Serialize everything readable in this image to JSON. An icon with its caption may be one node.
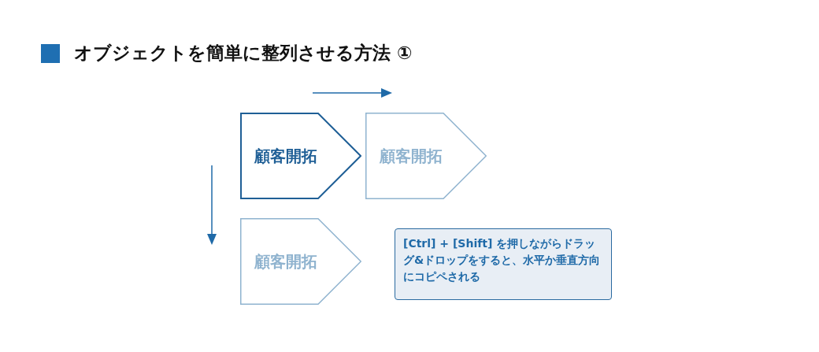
{
  "diagram": {
    "title": "オブジェクトを簡単に整列させる方法 ①",
    "nodes": [
      {
        "text": [
          "顧客開拓"
        ]
      },
      {
        "text": [
          "顧客開拓"
        ]
      },
      {
        "text": [
          "顧客開拓"
        ]
      },
      {
        "text": [
          "[Ctrl] + [Shift] を押しながらドラッグ&ドロップをすると、水平か垂直方向にコピペされる"
        ]
      }
    ],
    "edges": []
  }
}
